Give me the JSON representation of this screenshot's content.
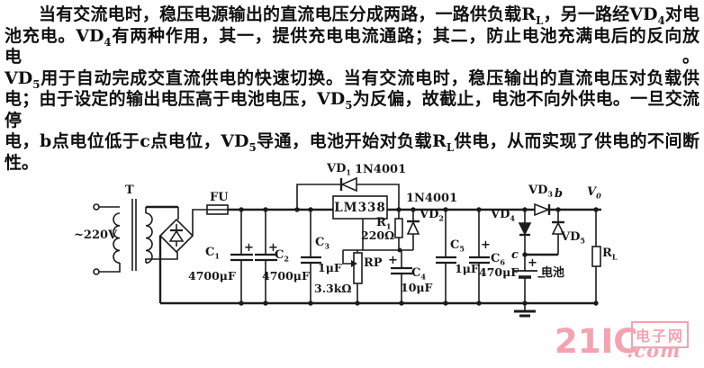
{
  "paragraph": {
    "lines": [
      "当有交流电时，稳压电源输出的直流电压分成两路，一路供负载R~L~，另一路经VD~4~对电",
      "池充电。VD~4~有两种作用，其一，提供充电电流通路；其二，防止电池充满电后的反向放电。",
      "VD~5~用于自动完成交直流供电的快速切换。当有交流电时，稳压输出的直流电压对负载供",
      "电；由于设定的输出电压高于电池电压，VD~5~为反偏，故截止，电池不向外供电。一旦交流停",
      "电，b点电位低于c点电位，VD~5~导通，电池开始对负载R~L~供电，从而实现了供电的不间断",
      "性。"
    ]
  },
  "circuit": {
    "labels": {
      "transformer": "T",
      "ac_input": "~220V",
      "fuse": "FU",
      "vd1": "VD~1~",
      "vd1_part": "1N4001",
      "regulator": "LM338",
      "r1": "R~1~",
      "r1_val": "220Ω",
      "vd2": "VD~2~",
      "vd2_part": "1N4001",
      "c1": "C~1~",
      "c1_val": "4700μF",
      "c2": "C~2~",
      "c2_val": "4700μF",
      "c3": "C~3~",
      "c3_val": "1μF",
      "rp": "RP",
      "rp_val": "3.3kΩ",
      "c4": "C~4~",
      "c4_val": "10μF",
      "c5": "C~5~",
      "c5_val": "1μF",
      "c6": "C~6~",
      "c6_val": "470μF",
      "vd3": "VD~3~",
      "vd4": "VD~4~",
      "vd5": "VD~5~",
      "node_b": "b",
      "node_c": "c",
      "v_out": "V~0~",
      "rl": "R~L~",
      "battery": "电池",
      "plus": "+",
      "minus": "−"
    }
  },
  "watermark": {
    "brand": "21IC",
    "cn": "电子网",
    "suffix": ".com"
  },
  "colors": {
    "ink": "#1c1c1c",
    "watermark_pink": "#f4a3b0"
  }
}
